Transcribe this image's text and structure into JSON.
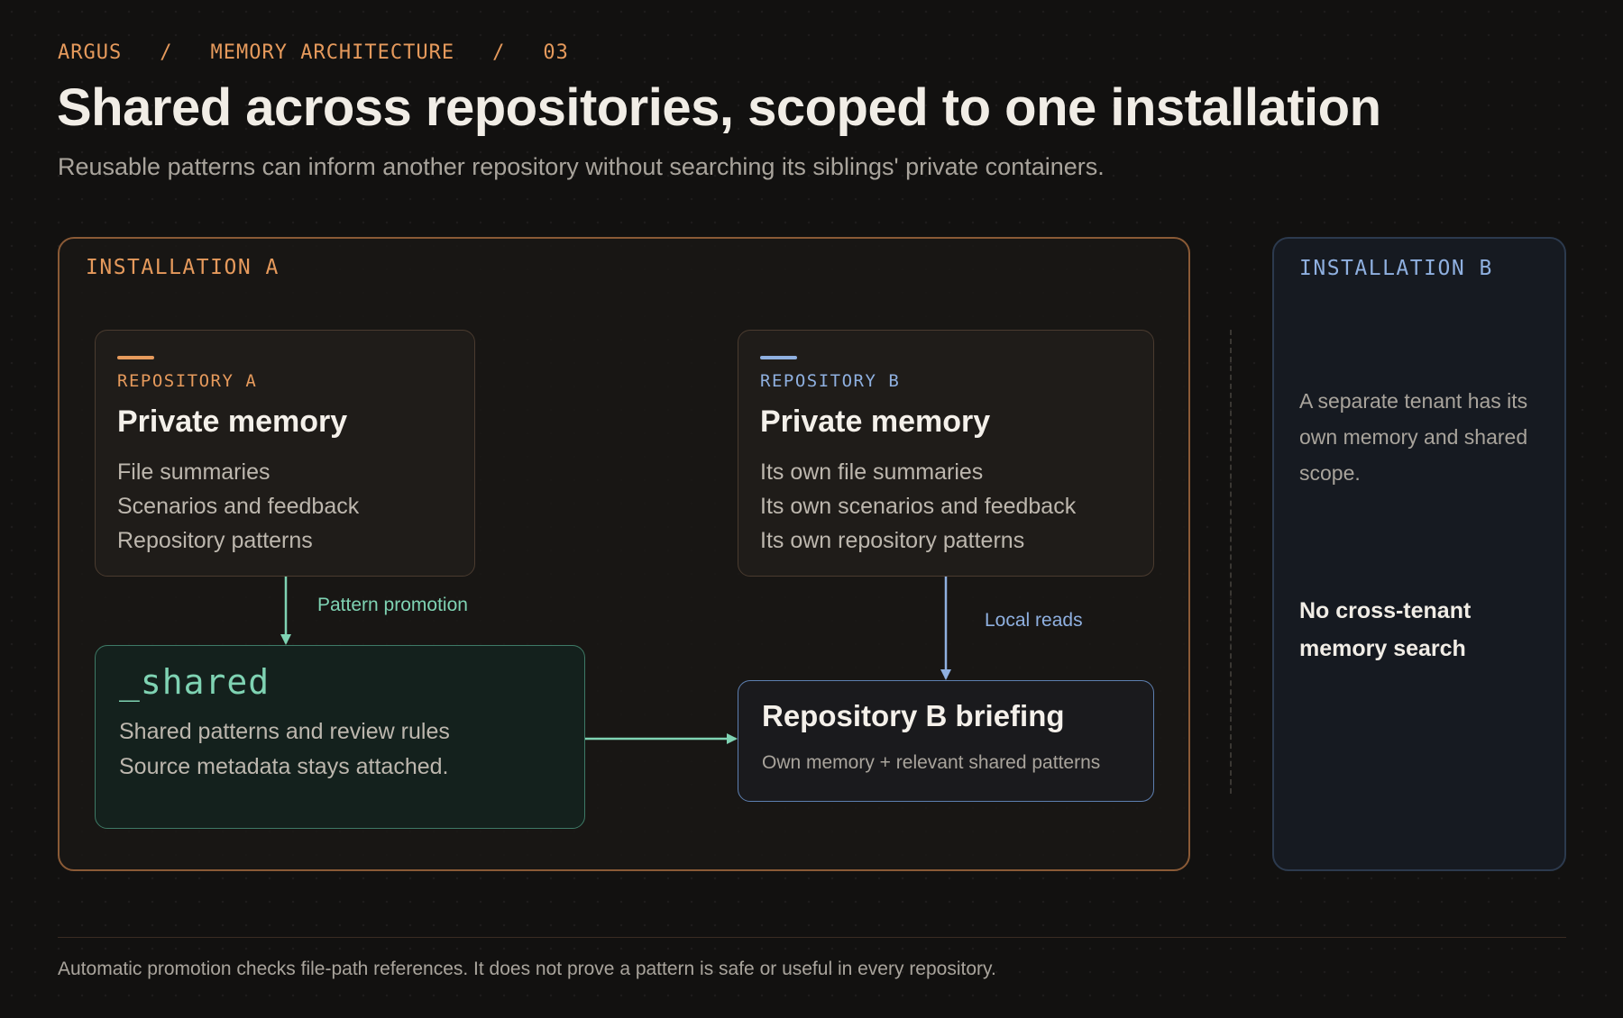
{
  "breadcrumb": {
    "items": [
      "ARGUS",
      "MEMORY ARCHITECTURE",
      "03"
    ],
    "separator": "/"
  },
  "header": {
    "title": "Shared across repositories, scoped to one installation",
    "subtitle": "Reusable patterns can inform another repository without searching its siblings' private containers."
  },
  "installation_a": {
    "label": "INSTALLATION A",
    "repository_a": {
      "label": "REPOSITORY A",
      "title": "Private memory",
      "items": [
        "File summaries",
        "Scenarios and feedback",
        "Repository patterns"
      ]
    },
    "repository_b": {
      "label": "REPOSITORY B",
      "title": "Private memory",
      "items": [
        "Its own file summaries",
        "Its own scenarios and feedback",
        "Its own repository patterns"
      ]
    },
    "shared": {
      "title": "_shared",
      "items": [
        "Shared patterns and review rules",
        "Source metadata stays attached."
      ]
    },
    "briefing": {
      "title": "Repository B briefing",
      "subtitle": "Own memory + relevant shared patterns"
    },
    "edges": {
      "pattern_promotion": "Pattern promotion",
      "local_reads": "Local reads"
    }
  },
  "installation_b": {
    "label": "INSTALLATION B",
    "note": "A separate tenant has its own memory and shared scope.",
    "emphasis": "No cross-tenant memory search"
  },
  "footnote": "Automatic promotion checks file-path references. It does not prove a pattern is safe or useful in every repository.",
  "colors": {
    "orange_accent": "#e69a5c",
    "blue_accent": "#8fb0e0",
    "green_accent": "#7fd3b3",
    "background": "#121110"
  }
}
